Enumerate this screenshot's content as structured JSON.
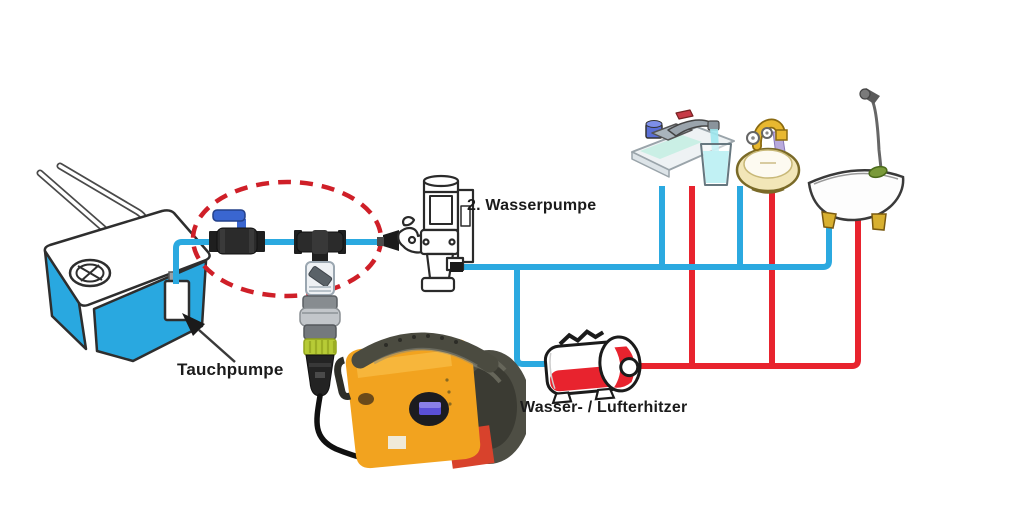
{
  "diagram": {
    "description": "Camper water system schematic",
    "labels": {
      "tank_pump": "Tauchpumpe",
      "second_pump": "2. Wasserpumpe",
      "heater": "Wasser- / Lufterhitzer"
    },
    "colors": {
      "cold_water_pipe": "#2BA9E0",
      "hot_water_pipe": "#E8232E",
      "highlight_ellipse": "#CF1F28",
      "tank_body": "#29A8E0",
      "portable_unit_orange": "#F2A31F",
      "connector_ring_lime": "#B7CB36",
      "heater_red": "#E8232E",
      "label_text": "#1B1B1B"
    },
    "icons": [
      "water-tank",
      "submersible-pump",
      "shutoff-valve",
      "t-connector",
      "check-valve",
      "quick-connector",
      "power-cable",
      "portable-power-unit",
      "second-water-pump",
      "water-air-heater",
      "kitchen-faucet",
      "washbasin",
      "bathtub",
      "highlight-ellipse",
      "tauchpumpe-arrow"
    ]
  }
}
